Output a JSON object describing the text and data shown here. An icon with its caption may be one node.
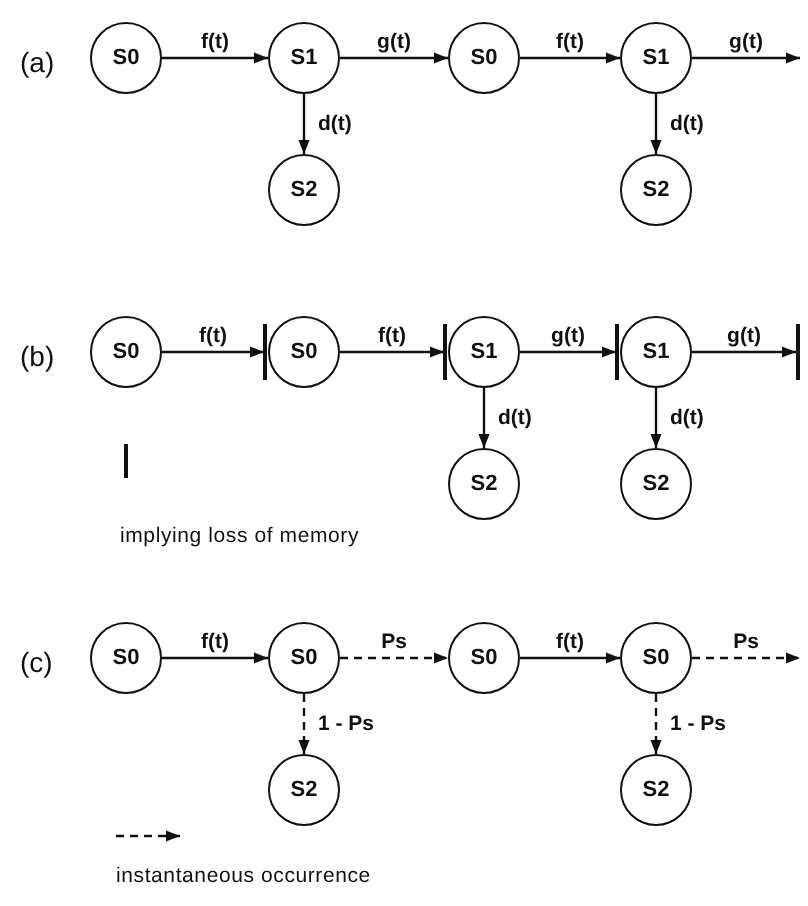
{
  "diagram": {
    "nodes": [
      {
        "text": [
          "S0"
        ]
      },
      {
        "text": [
          "S1"
        ]
      },
      {
        "text": [
          "S0"
        ]
      },
      {
        "text": [
          "S1"
        ]
      },
      {
        "text": [
          "S2"
        ]
      },
      {
        "text": [
          "S2"
        ]
      },
      {
        "text": [
          "S0"
        ]
      },
      {
        "text": [
          "S0"
        ]
      },
      {
        "text": [
          "S1"
        ]
      },
      {
        "text": [
          "S1"
        ]
      },
      {
        "text": [
          "S2"
        ]
      },
      {
        "text": [
          "S2"
        ]
      },
      {
        "text": [
          "S0"
        ]
      },
      {
        "text": [
          "S0"
        ]
      },
      {
        "text": [
          "S0"
        ]
      },
      {
        "text": [
          "S0"
        ]
      },
      {
        "text": [
          "S2"
        ]
      },
      {
        "text": [
          "S2"
        ]
      }
    ],
    "edges": [
      {
        "from": 0,
        "to": 1,
        "arrow": "to",
        "label": "f(t)"
      },
      {
        "from": 1,
        "to": 2,
        "arrow": "to",
        "label": "g(t)"
      },
      {
        "from": 2,
        "to": 3,
        "arrow": "to",
        "label": "f(t)"
      },
      {
        "from": 3,
        "to": null,
        "arrow": "to",
        "label": "g(t)"
      },
      {
        "from": 1,
        "to": 4,
        "arrow": "to",
        "label": "d(t)"
      },
      {
        "from": 3,
        "to": 5,
        "arrow": "to",
        "label": "d(t)"
      },
      {
        "from": 6,
        "to": 7,
        "arrow": "to",
        "label": "f(t)"
      },
      {
        "from": 7,
        "to": 8,
        "arrow": "to",
        "label": "f(t)"
      },
      {
        "from": 8,
        "to": 9,
        "arrow": "to",
        "label": "g(t)"
      },
      {
        "from": 9,
        "to": null,
        "arrow": "to",
        "label": "g(t)"
      },
      {
        "from": 8,
        "to": 10,
        "arrow": "to",
        "label": "d(t)"
      },
      {
        "from": 9,
        "to": 11,
        "arrow": "to",
        "label": "d(t)"
      },
      {
        "from": 12,
        "to": 13,
        "arrow": "to",
        "label": "f(t)"
      },
      {
        "from": 13,
        "to": 14,
        "arrow": "to",
        "label": "Ps",
        "style": "dashed"
      },
      {
        "from": 14,
        "to": 15,
        "arrow": "to",
        "label": "f(t)"
      },
      {
        "from": 15,
        "to": null,
        "arrow": "to",
        "label": "Ps",
        "style": "dashed"
      },
      {
        "from": 13,
        "to": 16,
        "arrow": "to",
        "label": "1 - Ps",
        "style": "dashed"
      },
      {
        "from": 15,
        "to": 17,
        "arrow": "to",
        "label": "1 - Ps",
        "style": "dashed"
      }
    ],
    "labels": [
      "(a)",
      "(b)",
      "(c)"
    ],
    "legend": [
      {
        "text": "implying loss of memory"
      },
      {
        "text": "instantaneous occurrence"
      }
    ]
  }
}
